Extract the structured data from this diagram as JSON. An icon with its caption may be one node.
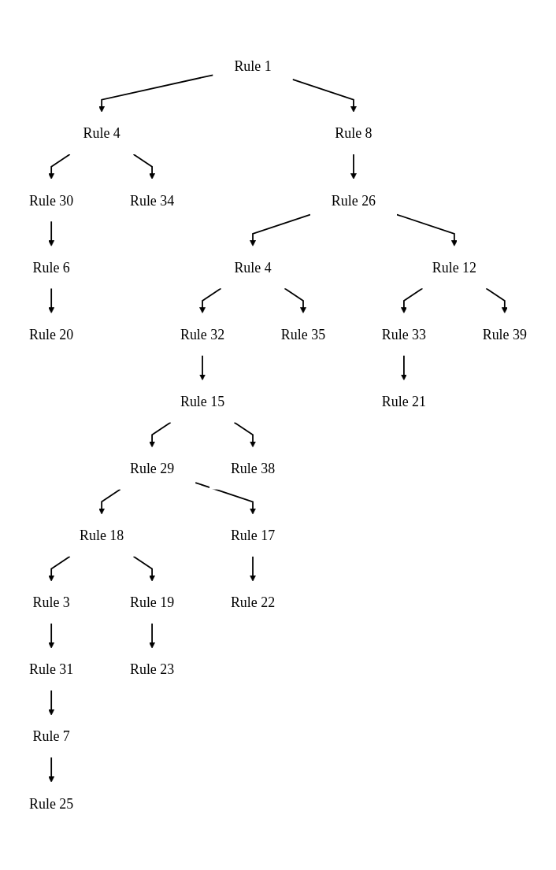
{
  "diagram": {
    "nodes": [
      {
        "text": [
          "Rule 1"
        ]
      },
      {
        "text": [
          "Rule 4"
        ]
      },
      {
        "text": [
          "Rule 8"
        ]
      },
      {
        "text": [
          "Rule 30"
        ]
      },
      {
        "text": [
          "Rule 34"
        ]
      },
      {
        "text": [
          "Rule 26"
        ]
      },
      {
        "text": [
          "Rule 6"
        ]
      },
      {
        "text": [
          "Rule 4"
        ]
      },
      {
        "text": [
          "Rule 12"
        ]
      },
      {
        "text": [
          "Rule 20"
        ]
      },
      {
        "text": [
          "Rule 32"
        ]
      },
      {
        "text": [
          "Rule 35"
        ]
      },
      {
        "text": [
          "Rule 33"
        ]
      },
      {
        "text": [
          "Rule 39"
        ]
      },
      {
        "text": [
          "Rule 15"
        ]
      },
      {
        "text": [
          "Rule 21"
        ]
      },
      {
        "text": [
          "Rule 29"
        ]
      },
      {
        "text": [
          "Rule 38"
        ]
      },
      {
        "text": [
          "Rule 18"
        ]
      },
      {
        "text": [
          "Rule 17"
        ]
      },
      {
        "text": [
          "Rule 3"
        ]
      },
      {
        "text": [
          "Rule 19"
        ]
      },
      {
        "text": [
          "Rule 22"
        ]
      },
      {
        "text": [
          "Rule 31"
        ]
      },
      {
        "text": [
          "Rule 23"
        ]
      },
      {
        "text": [
          "Rule 7"
        ]
      },
      {
        "text": [
          "Rule 25"
        ]
      }
    ],
    "edges": [
      {
        "from": 0,
        "to": 1,
        "arrow": "to"
      },
      {
        "from": 0,
        "to": 2,
        "arrow": "to"
      },
      {
        "from": 1,
        "to": 3,
        "arrow": "to"
      },
      {
        "from": 1,
        "to": 4,
        "arrow": "to"
      },
      {
        "from": 2,
        "to": 5,
        "arrow": "to"
      },
      {
        "from": 3,
        "to": 6,
        "arrow": "to"
      },
      {
        "from": 5,
        "to": 7,
        "arrow": "to"
      },
      {
        "from": 5,
        "to": 8,
        "arrow": "to"
      },
      {
        "from": 6,
        "to": 9,
        "arrow": "to"
      },
      {
        "from": 7,
        "to": 10,
        "arrow": "to"
      },
      {
        "from": 7,
        "to": 11,
        "arrow": "to"
      },
      {
        "from": 8,
        "to": 12,
        "arrow": "to"
      },
      {
        "from": 8,
        "to": 13,
        "arrow": "to"
      },
      {
        "from": 10,
        "to": 14,
        "arrow": "to"
      },
      {
        "from": 12,
        "to": 15,
        "arrow": "to"
      },
      {
        "from": 14,
        "to": 16,
        "arrow": "to"
      },
      {
        "from": 14,
        "to": 17,
        "arrow": "to"
      },
      {
        "from": 16,
        "to": 18,
        "arrow": "to"
      },
      {
        "from": 16,
        "to": 19,
        "arrow": "to"
      },
      {
        "from": 18,
        "to": 20,
        "arrow": "to"
      },
      {
        "from": 18,
        "to": 21,
        "arrow": "to"
      },
      {
        "from": 19,
        "to": 22,
        "arrow": "to"
      },
      {
        "from": 20,
        "to": 23,
        "arrow": "to"
      },
      {
        "from": 21,
        "to": 24,
        "arrow": "to"
      },
      {
        "from": 23,
        "to": 25,
        "arrow": "to"
      },
      {
        "from": 25,
        "to": 26,
        "arrow": "to"
      }
    ]
  }
}
